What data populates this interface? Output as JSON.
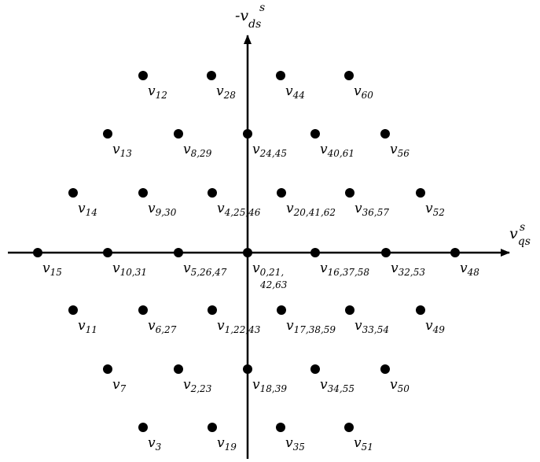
{
  "axes": {
    "vertical": {
      "prefix": "-v",
      "sup": "s",
      "sub": "ds"
    },
    "horizontal": {
      "prefix": "v",
      "sup": "s",
      "sub": "qs"
    }
  },
  "vectors": [
    {
      "id": "12",
      "label": "12"
    },
    {
      "id": "28",
      "label": "28"
    },
    {
      "id": "44",
      "label": "44"
    },
    {
      "id": "60",
      "label": "60"
    },
    {
      "id": "13",
      "label": "13"
    },
    {
      "id": "8-29",
      "label": "8,29"
    },
    {
      "id": "24-45",
      "label": "24,45"
    },
    {
      "id": "40-61",
      "label": "40,61"
    },
    {
      "id": "56",
      "label": "56"
    },
    {
      "id": "14",
      "label": "14"
    },
    {
      "id": "9-30",
      "label": "9,30"
    },
    {
      "id": "4-25-46",
      "label": "4,25,46"
    },
    {
      "id": "20-41-62",
      "label": "20,41,62"
    },
    {
      "id": "36-57",
      "label": "36,57"
    },
    {
      "id": "52",
      "label": "52"
    },
    {
      "id": "15",
      "label": "15"
    },
    {
      "id": "10-31",
      "label": "10,31"
    },
    {
      "id": "5-26-47",
      "label": "5,26,47"
    },
    {
      "id": "0-21-42-63",
      "label": "0,21,",
      "label2": "42,63"
    },
    {
      "id": "16-37-58",
      "label": "16,37,58"
    },
    {
      "id": "32-53",
      "label": "32,53"
    },
    {
      "id": "48",
      "label": "48"
    },
    {
      "id": "11",
      "label": "11"
    },
    {
      "id": "6-27",
      "label": "6,27"
    },
    {
      "id": "1-22-43",
      "label": "1,22,43"
    },
    {
      "id": "17-38-59",
      "label": "17,38,59"
    },
    {
      "id": "33-54",
      "label": "33,54"
    },
    {
      "id": "49",
      "label": "49"
    },
    {
      "id": "7",
      "label": "7"
    },
    {
      "id": "2-23",
      "label": "2,23"
    },
    {
      "id": "18-39",
      "label": "18,39"
    },
    {
      "id": "34-55",
      "label": "34,55"
    },
    {
      "id": "50",
      "label": "50"
    },
    {
      "id": "3",
      "label": "3"
    },
    {
      "id": "19",
      "label": "19"
    },
    {
      "id": "35",
      "label": "35"
    },
    {
      "id": "51",
      "label": "51"
    }
  ],
  "colors": {
    "ink": "#000000",
    "background": "#ffffff"
  }
}
